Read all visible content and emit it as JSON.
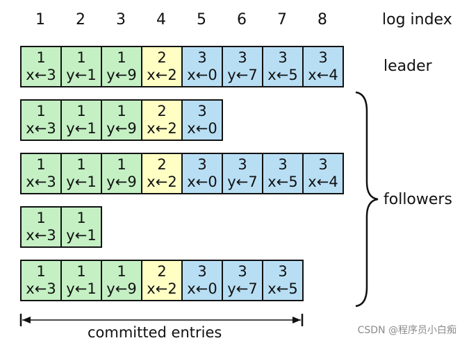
{
  "header": {
    "indices": [
      "1",
      "2",
      "3",
      "4",
      "5",
      "6",
      "7",
      "8"
    ],
    "log_index_label": "log index"
  },
  "labels": {
    "leader": "leader",
    "followers": "followers",
    "committed": "committed entries",
    "watermark": "CSDN @程序员小白痴"
  },
  "colors": {
    "term1": "#c4f0c4",
    "term2": "#ffffc4",
    "term3": "#b8def4"
  },
  "logs": [
    {
      "role": "leader",
      "entries": [
        {
          "term": "1",
          "cmd": "x←3"
        },
        {
          "term": "1",
          "cmd": "y←1"
        },
        {
          "term": "1",
          "cmd": "y←9"
        },
        {
          "term": "2",
          "cmd": "x←2"
        },
        {
          "term": "3",
          "cmd": "x←0"
        },
        {
          "term": "3",
          "cmd": "y←7"
        },
        {
          "term": "3",
          "cmd": "x←5"
        },
        {
          "term": "3",
          "cmd": "x←4"
        }
      ]
    },
    {
      "role": "follower",
      "entries": [
        {
          "term": "1",
          "cmd": "x←3"
        },
        {
          "term": "1",
          "cmd": "y←1"
        },
        {
          "term": "1",
          "cmd": "y←9"
        },
        {
          "term": "2",
          "cmd": "x←2"
        },
        {
          "term": "3",
          "cmd": "x←0"
        }
      ]
    },
    {
      "role": "follower",
      "entries": [
        {
          "term": "1",
          "cmd": "x←3"
        },
        {
          "term": "1",
          "cmd": "y←1"
        },
        {
          "term": "1",
          "cmd": "y←9"
        },
        {
          "term": "2",
          "cmd": "x←2"
        },
        {
          "term": "3",
          "cmd": "x←0"
        },
        {
          "term": "3",
          "cmd": "y←7"
        },
        {
          "term": "3",
          "cmd": "x←5"
        },
        {
          "term": "3",
          "cmd": "x←4"
        }
      ]
    },
    {
      "role": "follower",
      "entries": [
        {
          "term": "1",
          "cmd": "x←3"
        },
        {
          "term": "1",
          "cmd": "y←1"
        }
      ]
    },
    {
      "role": "follower",
      "entries": [
        {
          "term": "1",
          "cmd": "x←3"
        },
        {
          "term": "1",
          "cmd": "y←1"
        },
        {
          "term": "1",
          "cmd": "y←9"
        },
        {
          "term": "2",
          "cmd": "x←2"
        },
        {
          "term": "3",
          "cmd": "x←0"
        },
        {
          "term": "3",
          "cmd": "y←7"
        },
        {
          "term": "3",
          "cmd": "x←5"
        }
      ]
    }
  ]
}
